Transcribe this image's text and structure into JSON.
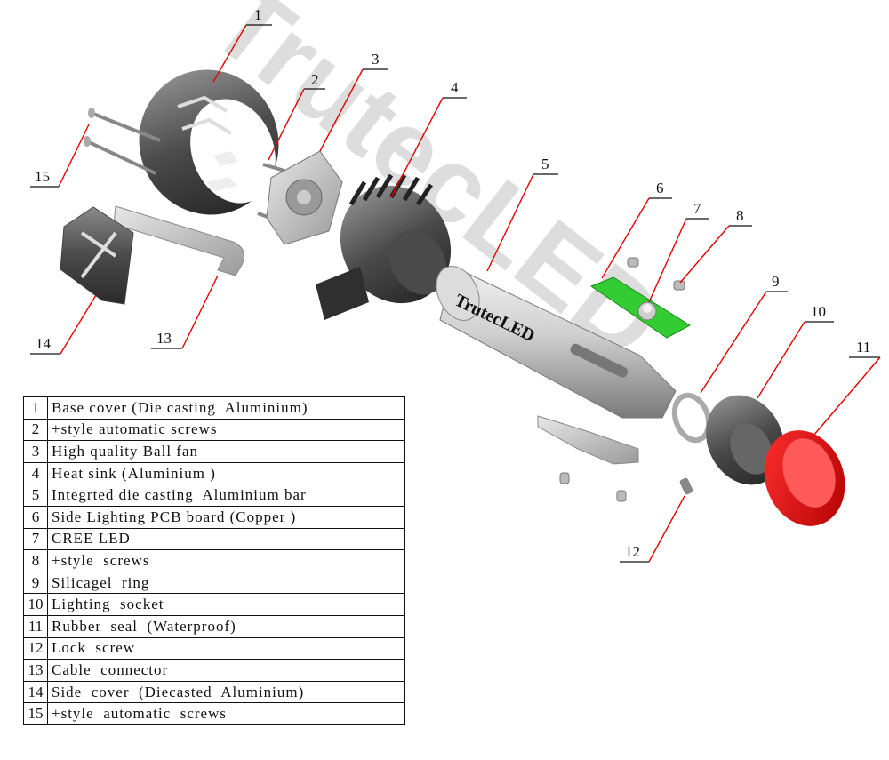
{
  "watermark": "TrutecLED",
  "brand_text": "TrutecLED",
  "pcb_label": "",
  "colors": {
    "leader": "#e60000",
    "pcb": "#33cc33",
    "seal": "#e00000",
    "metal_dark": "#555555",
    "metal_light": "#c8c8c8"
  },
  "callouts": [
    "1",
    "2",
    "3",
    "4",
    "5",
    "6",
    "7",
    "8",
    "9",
    "10",
    "11",
    "12",
    "13",
    "14",
    "15"
  ],
  "parts": [
    {
      "num": "1",
      "desc": "Base cover (Die casting  Aluminium)"
    },
    {
      "num": "2",
      "desc": "+style automatic screws"
    },
    {
      "num": "3",
      "desc": "High quality Ball fan"
    },
    {
      "num": "4",
      "desc": "Heat sink (Aluminium )"
    },
    {
      "num": "5",
      "desc": "Integrted die casting  Aluminium bar"
    },
    {
      "num": "6",
      "desc": "Side Lighting PCB board (Copper )"
    },
    {
      "num": "7",
      "desc": "CREE LED"
    },
    {
      "num": "8",
      "desc": "+style  screws"
    },
    {
      "num": "9",
      "desc": "Silicagel  ring"
    },
    {
      "num": "10",
      "desc": "Lighting  socket"
    },
    {
      "num": "11",
      "desc": "Rubber  seal  (Waterproof)"
    },
    {
      "num": "12",
      "desc": "Lock  screw"
    },
    {
      "num": "13",
      "desc": "Cable  connector"
    },
    {
      "num": "14",
      "desc": "Side  cover  (Diecasted  Aluminium)"
    },
    {
      "num": "15",
      "desc": "+style  automatic  screws"
    }
  ]
}
